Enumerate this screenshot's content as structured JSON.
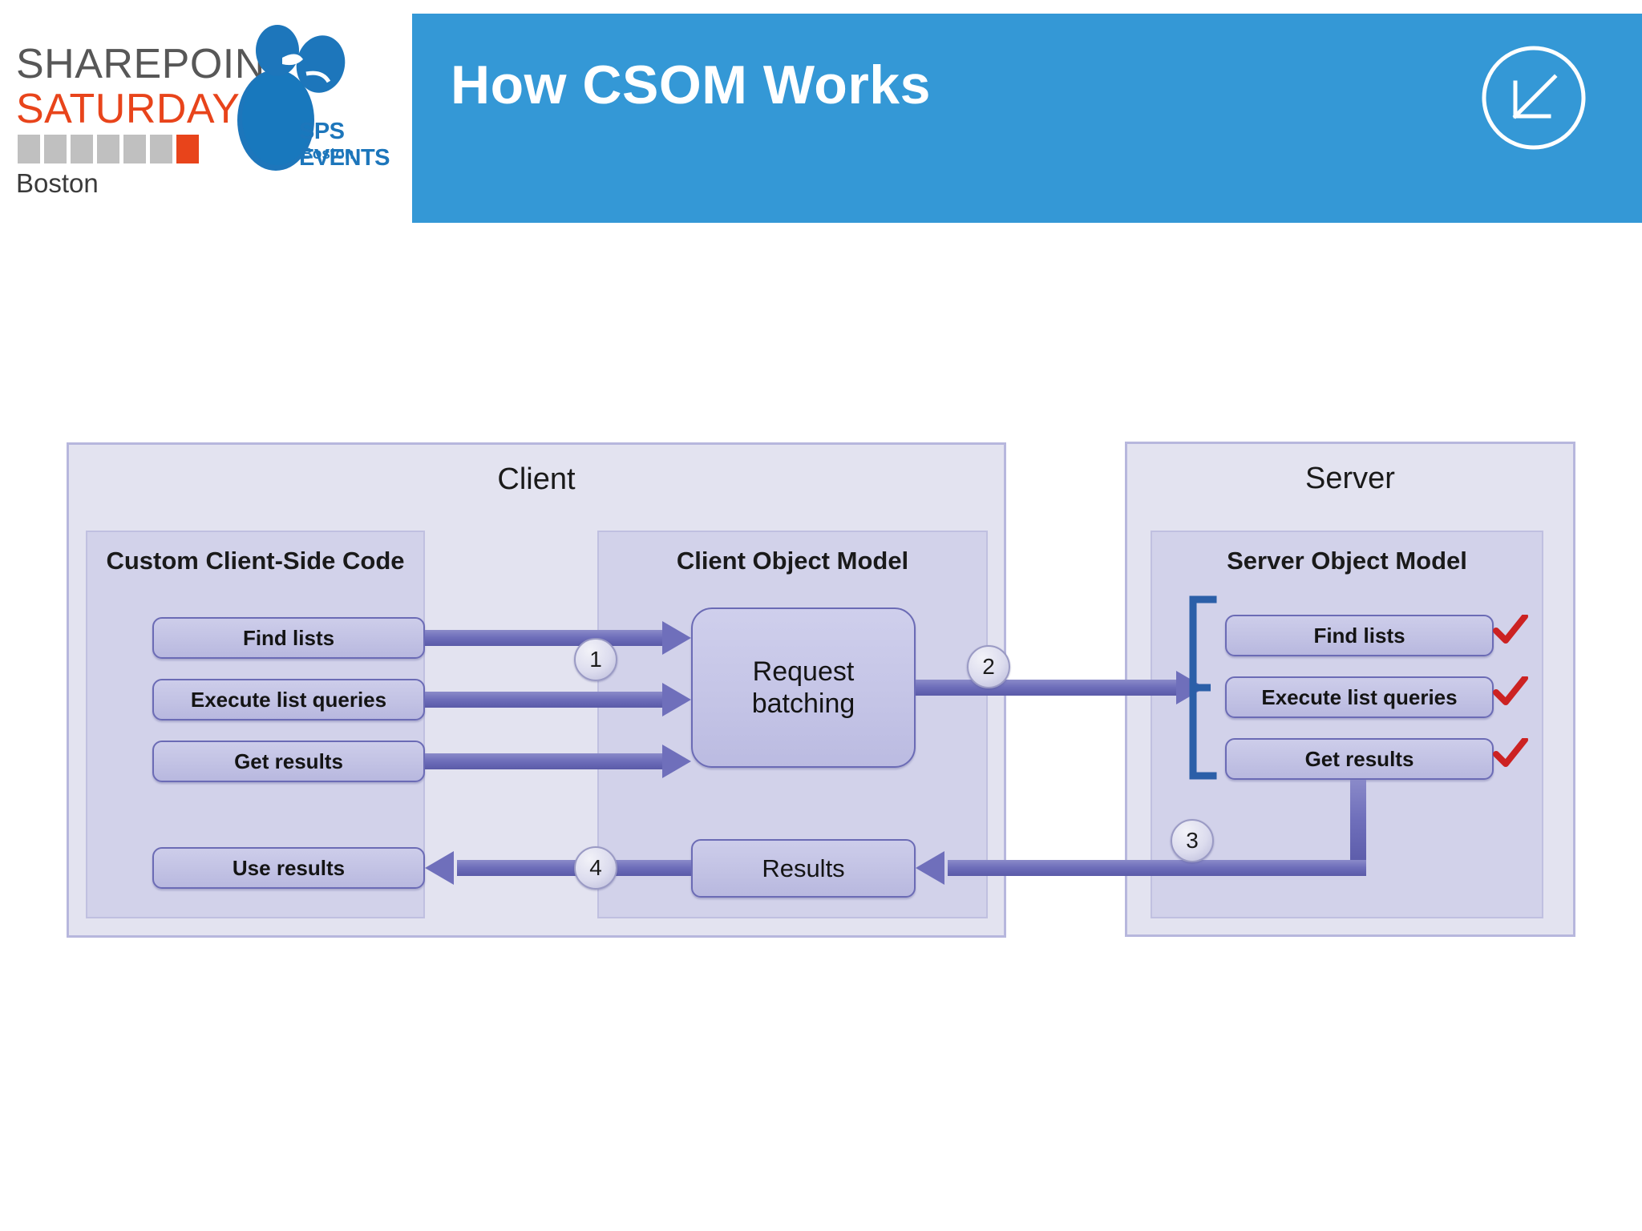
{
  "logo": {
    "line1": "SHAREPOINT",
    "line2": "SATURDAY",
    "city": "Boston",
    "sps_events": "SPS EVENTS",
    "sps_city": "Boston",
    "accent_red": "#e8441b",
    "accent_blue": "#1d76bb",
    "bar_gray": "#c0c0c0"
  },
  "header": {
    "title": "How CSOM Works",
    "background_color": "#3498d6",
    "title_color": "#ffffff",
    "back_icon": "arrow-down-left-circle-icon"
  },
  "diagram": {
    "client": {
      "zone_label": "Client",
      "custom_code": {
        "label": "Custom Client-Side Code",
        "items": [
          "Find lists",
          "Execute list queries",
          "Get results"
        ],
        "result_item": "Use results"
      },
      "object_model": {
        "label": "Client Object Model",
        "batching_line1": "Request",
        "batching_line2": "batching",
        "results_label": "Results"
      }
    },
    "server": {
      "zone_label": "Server",
      "object_model": {
        "label": "Server Object Model",
        "items": [
          "Find lists",
          "Execute list queries",
          "Get results"
        ],
        "check_mark_color": "#cc2222"
      }
    },
    "steps": [
      "1",
      "2",
      "3",
      "4"
    ],
    "colors": {
      "outer_panel": "#e3e3f0",
      "inner_panel": "#d2d2ea",
      "pill_fill": "#c4c4e6",
      "pill_border": "#6b6bb5",
      "arrow": "#6f6fbb",
      "bracket": "#2b5fa8"
    }
  }
}
